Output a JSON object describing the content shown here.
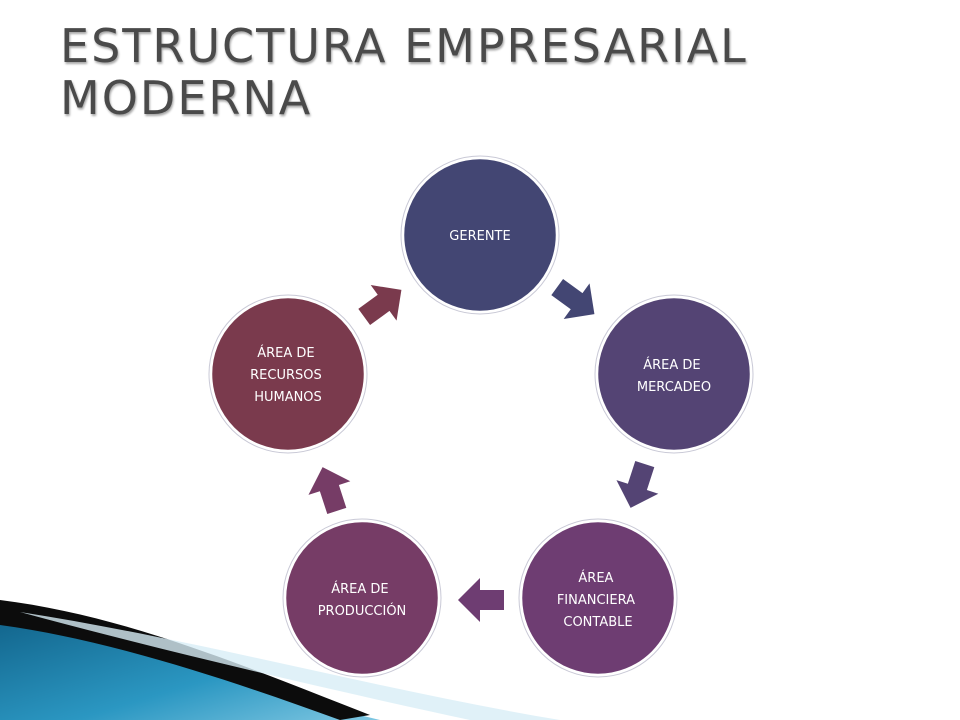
{
  "title": {
    "line1": "ESTRUCTURA EMPRESARIAL",
    "line2": "MODERNA"
  },
  "cycle": {
    "nodes": [
      {
        "id": "gerente",
        "lines": [
          "GERENTE"
        ]
      },
      {
        "id": "mercadeo",
        "lines": [
          "ÁREA DE",
          "MERCADEO"
        ]
      },
      {
        "id": "financiera",
        "lines": [
          "ÁREA",
          "FINANCIERA",
          "CONTABLE"
        ]
      },
      {
        "id": "produccion",
        "lines": [
          "ÁREA DE",
          "PRODUCCIÓN"
        ]
      },
      {
        "id": "rrhh",
        "lines": [
          "ÁREA  DE",
          "RECURSOS",
          "HUMANOS"
        ]
      }
    ]
  },
  "colors": {
    "gerente": "#434673",
    "mercadeo": "#544474",
    "financiera": "#6e3d72",
    "produccion": "#763c66",
    "rrhh": "#7a3a4d",
    "title_text": "#4a4a4a",
    "corner_accent": "#1d7fa6"
  }
}
